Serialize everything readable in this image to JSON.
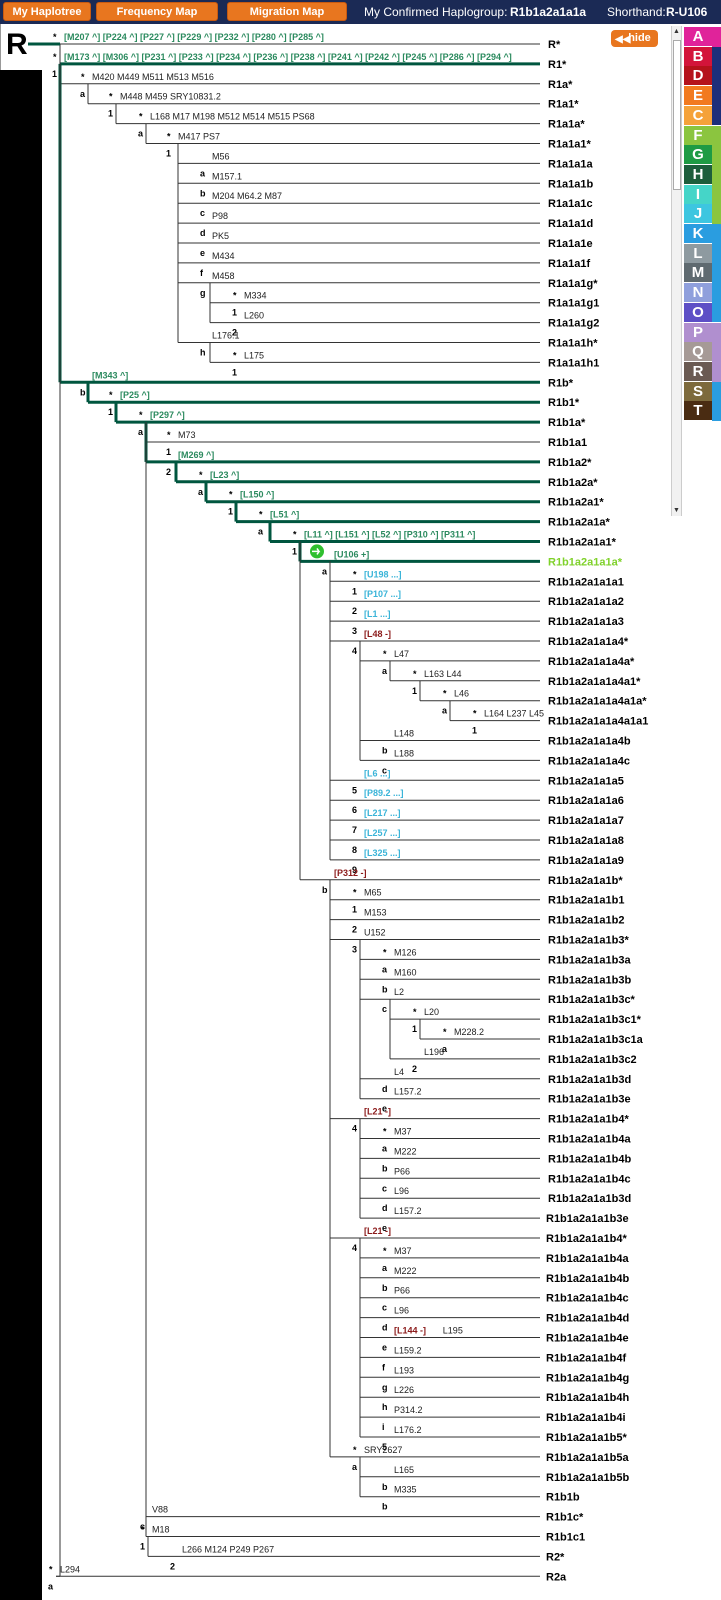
{
  "nav": {
    "my_haplotree": "My Haplotree",
    "frequency_map": "Frequency Map",
    "migration_map": "Migration Map",
    "confirmed_label": "My Confirmed Haplogroup:",
    "confirmed_value": "R1b1a2a1a1a",
    "shorthand_label": "Shorthand:",
    "shorthand_value": "R-U106"
  },
  "root_label": "R",
  "hide_label": "hide",
  "colors": {
    "tree_line": "#00563f",
    "snp_positive": "#2b8a5e",
    "snp_pending": "#3ab4d8",
    "snp_negative": "#8b1a1a",
    "current_haplogroup": "#7fd12a",
    "nav_button": "#e8761f",
    "nav_bar": "#1b2a55"
  },
  "letters": [
    {
      "letter": "A",
      "color": "#e0239a"
    },
    {
      "letter": "B",
      "color": "#d3143a"
    },
    {
      "letter": "D",
      "color": "#b5121b"
    },
    {
      "letter": "E",
      "color": "#f27a1f"
    },
    {
      "letter": "C",
      "color": "#f5a23a"
    },
    {
      "letter": "F",
      "color": "#8bc53f"
    },
    {
      "letter": "G",
      "color": "#1e9b44"
    },
    {
      "letter": "H",
      "color": "#1d5e3c"
    },
    {
      "letter": "I",
      "color": "#45d5c8"
    },
    {
      "letter": "J",
      "color": "#3dc6e0"
    },
    {
      "letter": "K",
      "color": "#2a9de0"
    },
    {
      "letter": "L",
      "color": "#8e9aa0"
    },
    {
      "letter": "M",
      "color": "#5f6a70"
    },
    {
      "letter": "N",
      "color": "#8f9fdc"
    },
    {
      "letter": "O",
      "color": "#5d4fc6"
    },
    {
      "letter": "P",
      "color": "#b08fcf"
    },
    {
      "letter": "Q",
      "color": "#a69a96"
    },
    {
      "letter": "R",
      "color": "#6a5a52"
    },
    {
      "letter": "S",
      "color": "#7d6a3c"
    },
    {
      "letter": "T",
      "color": "#4a2c12"
    }
  ],
  "rows": [
    {
      "haplogroup": "R*",
      "snps": [
        {
          "t": "[M207 ^] [P224 ^] [P227 ^] [P229 ^] [P232 ^] [P280 ^] [P285 ^]",
          "s": "pos"
        }
      ],
      "b1": "*",
      "b2": ""
    },
    {
      "haplogroup": "R1*",
      "snps": [
        {
          "t": "[M173 ^] [M306 ^] [P231 ^] [P233 ^] [P234 ^] [P236 ^] [P238 ^] [P241 ^] [P242 ^] [P245 ^] [P286 ^] [P294 ^]",
          "s": "pos"
        }
      ],
      "b1": "*",
      "b2": "1"
    },
    {
      "haplogroup": "R1a*",
      "snps": [
        {
          "t": "M420 M449 M511 M513 M516",
          "s": "norm"
        }
      ],
      "b1": "*",
      "b2": "a"
    },
    {
      "haplogroup": "R1a1*",
      "snps": [
        {
          "t": "M448 M459 SRY10831.2",
          "s": "norm"
        }
      ],
      "b1": "*",
      "b2": "1"
    },
    {
      "haplogroup": "R1a1a*",
      "snps": [
        {
          "t": "L168 M17 M198 M512 M514 M515 PS68",
          "s": "norm"
        }
      ],
      "b1": "*",
      "b2": "a"
    },
    {
      "haplogroup": "R1a1a1*",
      "snps": [
        {
          "t": "M417 PS7",
          "s": "norm"
        }
      ],
      "b1": "*",
      "b2": "1"
    },
    {
      "haplogroup": "R1a1a1a",
      "snps": [
        {
          "t": "M56",
          "s": "norm"
        }
      ],
      "b1": "",
      "b2": "a"
    },
    {
      "haplogroup": "R1a1a1b",
      "snps": [
        {
          "t": "M157.1",
          "s": "norm"
        }
      ],
      "b1": "",
      "b2": "b"
    },
    {
      "haplogroup": "R1a1a1c",
      "snps": [
        {
          "t": "M204 M64.2 M87",
          "s": "norm"
        }
      ],
      "b1": "",
      "b2": "c"
    },
    {
      "haplogroup": "R1a1a1d",
      "snps": [
        {
          "t": "P98",
          "s": "norm"
        }
      ],
      "b1": "",
      "b2": "d"
    },
    {
      "haplogroup": "R1a1a1e",
      "snps": [
        {
          "t": "PK5",
          "s": "norm"
        }
      ],
      "b1": "",
      "b2": "e"
    },
    {
      "haplogroup": "R1a1a1f",
      "snps": [
        {
          "t": "M434",
          "s": "norm"
        }
      ],
      "b1": "",
      "b2": "f"
    },
    {
      "haplogroup": "R1a1a1g*",
      "snps": [
        {
          "t": "M458",
          "s": "norm"
        }
      ],
      "b1": "",
      "b2": "g"
    },
    {
      "haplogroup": "R1a1a1g1",
      "snps": [
        {
          "t": "M334",
          "s": "norm"
        }
      ],
      "b1": "*",
      "b2": "1"
    },
    {
      "haplogroup": "R1a1a1g2",
      "snps": [
        {
          "t": "L260",
          "s": "norm"
        }
      ],
      "b1": "",
      "b2": "2"
    },
    {
      "haplogroup": "R1a1a1h*",
      "snps": [
        {
          "t": "L176.1",
          "s": "norm"
        }
      ],
      "b1": "",
      "b2": "h"
    },
    {
      "haplogroup": "R1a1a1h1",
      "snps": [
        {
          "t": "L175",
          "s": "norm"
        }
      ],
      "b1": "*",
      "b2": "1"
    },
    {
      "haplogroup": "R1b*",
      "snps": [
        {
          "t": "[M343 ^]",
          "s": "pos"
        }
      ],
      "b1": "",
      "b2": "b"
    },
    {
      "haplogroup": "R1b1*",
      "snps": [
        {
          "t": "[P25 ^]",
          "s": "pos"
        }
      ],
      "b1": "*",
      "b2": "1"
    },
    {
      "haplogroup": "R1b1a*",
      "snps": [
        {
          "t": "[P297 ^]",
          "s": "pos"
        }
      ],
      "b1": "*",
      "b2": "a"
    },
    {
      "haplogroup": "R1b1a1",
      "snps": [
        {
          "t": "M73",
          "s": "norm"
        }
      ],
      "b1": "*",
      "b2": "1"
    },
    {
      "haplogroup": "R1b1a2*",
      "snps": [
        {
          "t": "[M269 ^]",
          "s": "pos"
        }
      ],
      "b1": "",
      "b2": "2"
    },
    {
      "haplogroup": "R1b1a2a*",
      "snps": [
        {
          "t": "[L23 ^]",
          "s": "pos"
        }
      ],
      "b1": "*",
      "b2": "a"
    },
    {
      "haplogroup": "R1b1a2a1*",
      "snps": [
        {
          "t": "[L150 ^]",
          "s": "pos"
        }
      ],
      "b1": "*",
      "b2": "1"
    },
    {
      "haplogroup": "R1b1a2a1a*",
      "snps": [
        {
          "t": "[L51 ^]",
          "s": "pos"
        }
      ],
      "b1": "*",
      "b2": "a"
    },
    {
      "haplogroup": "R1b1a2a1a1*",
      "snps": [
        {
          "t": "[L11 ^] [L151 ^] [L52 ^] [P310 ^] [P311 ^]",
          "s": "pos"
        }
      ],
      "b1": "*",
      "b2": "1"
    },
    {
      "haplogroup": "R1b1a2a1a1a*",
      "snps": [
        {
          "t": "[U106 +]",
          "s": "pos"
        }
      ],
      "b1": "",
      "b2": "a"
    },
    {
      "haplogroup": "R1b1a2a1a1a1",
      "snps": [
        {
          "t": "[U198 ...]",
          "s": "pend"
        }
      ],
      "b1": "*",
      "b2": "1"
    },
    {
      "haplogroup": "R1b1a2a1a1a2",
      "snps": [
        {
          "t": "[P107 ...]",
          "s": "pend"
        }
      ],
      "b1": "",
      "b2": "2"
    },
    {
      "haplogroup": "R1b1a2a1a1a3",
      "snps": [
        {
          "t": "[L1 ...]",
          "s": "pend"
        }
      ],
      "b1": "",
      "b2": "3"
    },
    {
      "haplogroup": "R1b1a2a1a1a4*",
      "snps": [
        {
          "t": "[L48 -]",
          "s": "neg"
        }
      ],
      "b1": "",
      "b2": "4"
    },
    {
      "haplogroup": "R1b1a2a1a1a4a*",
      "snps": [
        {
          "t": "L47",
          "s": "norm"
        }
      ],
      "b1": "*",
      "b2": "a"
    },
    {
      "haplogroup": "R1b1a2a1a1a4a1*",
      "snps": [
        {
          "t": "L163 L44",
          "s": "norm"
        }
      ],
      "b1": "*",
      "b2": "1"
    },
    {
      "haplogroup": "R1b1a2a1a1a4a1a*",
      "snps": [
        {
          "t": "L46",
          "s": "norm"
        }
      ],
      "b1": "*",
      "b2": "a"
    },
    {
      "haplogroup": "R1b1a2a1a1a4a1a1",
      "snps": [
        {
          "t": "L164 L237 L45",
          "s": "norm"
        }
      ],
      "b1": "*",
      "b2": "1"
    },
    {
      "haplogroup": "R1b1a2a1a1a4b",
      "snps": [
        {
          "t": "L148",
          "s": "norm"
        }
      ],
      "b1": "",
      "b2": "b"
    },
    {
      "haplogroup": "R1b1a2a1a1a4c",
      "snps": [
        {
          "t": "L188",
          "s": "norm"
        }
      ],
      "b1": "",
      "b2": "c"
    },
    {
      "haplogroup": "R1b1a2a1a1a5",
      "snps": [
        {
          "t": "[L6 ...]",
          "s": "pend"
        }
      ],
      "b1": "",
      "b2": "5"
    },
    {
      "haplogroup": "R1b1a2a1a1a6",
      "snps": [
        {
          "t": "[P89.2 ...]",
          "s": "pend"
        }
      ],
      "b1": "",
      "b2": "6"
    },
    {
      "haplogroup": "R1b1a2a1a1a7",
      "snps": [
        {
          "t": "[L217 ...]",
          "s": "pend"
        }
      ],
      "b1": "",
      "b2": "7"
    },
    {
      "haplogroup": "R1b1a2a1a1a8",
      "snps": [
        {
          "t": "[L257 ...]",
          "s": "pend"
        }
      ],
      "b1": "",
      "b2": "8"
    },
    {
      "haplogroup": "R1b1a2a1a1a9",
      "snps": [
        {
          "t": "[L325 ...]",
          "s": "pend"
        }
      ],
      "b1": "",
      "b2": "9"
    },
    {
      "haplogroup": "R1b1a2a1a1b*",
      "snps": [
        {
          "t": "[P312 -]",
          "s": "neg"
        }
      ],
      "b1": "",
      "b2": "b"
    },
    {
      "haplogroup": "R1b1a2a1a1b1",
      "snps": [
        {
          "t": "M65",
          "s": "norm"
        }
      ],
      "b1": "*",
      "b2": "1"
    },
    {
      "haplogroup": "R1b1a2a1a1b2",
      "snps": [
        {
          "t": "M153",
          "s": "norm"
        }
      ],
      "b1": "",
      "b2": "2"
    },
    {
      "haplogroup": "R1b1a2a1a1b3*",
      "snps": [
        {
          "t": "U152",
          "s": "norm"
        }
      ],
      "b1": "",
      "b2": "3"
    },
    {
      "haplogroup": "R1b1a2a1a1b3a",
      "snps": [
        {
          "t": "M126",
          "s": "norm"
        }
      ],
      "b1": "*",
      "b2": "a"
    },
    {
      "haplogroup": "R1b1a2a1a1b3b",
      "snps": [
        {
          "t": "M160",
          "s": "norm"
        }
      ],
      "b1": "",
      "b2": "b"
    },
    {
      "haplogroup": "R1b1a2a1a1b3c*",
      "snps": [
        {
          "t": "L2",
          "s": "norm"
        }
      ],
      "b1": "",
      "b2": "c"
    },
    {
      "haplogroup": "R1b1a2a1a1b3c1*",
      "snps": [
        {
          "t": "L20",
          "s": "norm"
        }
      ],
      "b1": "*",
      "b2": "1"
    },
    {
      "haplogroup": "R1b1a2a1a1b3c1a",
      "snps": [
        {
          "t": "M228.2",
          "s": "norm"
        }
      ],
      "b1": "*",
      "b2": "a"
    },
    {
      "haplogroup": "R1b1a2a1a1b3c2",
      "snps": [
        {
          "t": "L196",
          "s": "norm"
        }
      ],
      "b1": "",
      "b2": "2"
    },
    {
      "haplogroup": "R1b1a2a1a1b3d",
      "snps": [
        {
          "t": "L4",
          "s": "norm"
        }
      ],
      "b1": "",
      "b2": "d"
    },
    {
      "haplogroup": "R1b1a2a1a1b3e",
      "snps": [
        {
          "t": "L157.2",
          "s": "norm"
        }
      ],
      "b1": "",
      "b2": "e"
    },
    {
      "haplogroup": "R1b1a2a1a1b4*",
      "snps": [
        {
          "t": "[L21 -]",
          "s": "neg"
        }
      ],
      "b1": "",
      "b2": "4"
    },
    {
      "haplogroup": "R1b1a2a1a1b4a",
      "snps": [
        {
          "t": "M37",
          "s": "norm"
        }
      ],
      "b1": "*",
      "b2": "a"
    },
    {
      "haplogroup": "R1b1a2a1a1b4b",
      "snps": [
        {
          "t": "M222",
          "s": "norm"
        }
      ],
      "b1": "",
      "b2": "b"
    },
    {
      "haplogroup": "R1b1a2a1a1b4c",
      "snps": [
        {
          "t": "P66",
          "s": "norm"
        }
      ],
      "b1": "",
      "b2": "c"
    },
    {
      "haplogroup": "R1b1a2a1a1b3d",
      "snps": [
        {
          "t": "L96",
          "s": "norm"
        }
      ],
      "b1": "",
      "b2": "d"
    },
    {
      "haplogroup": "R1b1a2a1a1b3e",
      "snps": [
        {
          "t": "L157.2",
          "s": "norm"
        }
      ],
      "b1": "",
      "b2": "e"
    },
    {
      "haplogroup": "R1b1a2a1a1b4*",
      "snps": [
        {
          "t": "[L21 -]",
          "s": "neg"
        }
      ],
      "b1": "",
      "b2": "4"
    },
    {
      "haplogroup": "R1b1a2a1a1b4a",
      "snps": [
        {
          "t": "M37",
          "s": "norm"
        }
      ],
      "b1": "*",
      "b2": "a"
    },
    {
      "haplogroup": "R1b1a2a1a1b4b",
      "snps": [
        {
          "t": "M222",
          "s": "norm"
        }
      ],
      "b1": "",
      "b2": "b"
    },
    {
      "haplogroup": "R1b1a2a1a1b4c",
      "snps": [
        {
          "t": "P66",
          "s": "norm"
        }
      ],
      "b1": "",
      "b2": "c"
    },
    {
      "haplogroup": "R1b1a2a1a1b4d",
      "snps": [
        {
          "t": "L96",
          "s": "norm"
        }
      ],
      "b1": "",
      "b2": "d"
    },
    {
      "haplogroup": "R1b1a2a1a1b4e",
      "snps": [
        {
          "t": "[L144 -]",
          "s": "neg"
        },
        {
          "t": "L195",
          "s": "norm"
        }
      ],
      "b1": "",
      "b2": "e"
    },
    {
      "haplogroup": "R1b1a2a1a1b4f",
      "snps": [
        {
          "t": "L159.2",
          "s": "norm"
        }
      ],
      "b1": "",
      "b2": "f"
    },
    {
      "haplogroup": "R1b1a2a1a1b4g",
      "snps": [
        {
          "t": "L193",
          "s": "norm"
        }
      ],
      "b1": "",
      "b2": "g"
    },
    {
      "haplogroup": "R1b1a2a1a1b4h",
      "snps": [
        {
          "t": "L226",
          "s": "norm"
        }
      ],
      "b1": "",
      "b2": "h"
    },
    {
      "haplogroup": "R1b1a2a1a1b4i",
      "snps": [
        {
          "t": "P314.2",
          "s": "norm"
        }
      ],
      "b1": "",
      "b2": "i"
    },
    {
      "haplogroup": "R1b1a2a1a1b5*",
      "snps": [
        {
          "t": "L176.2",
          "s": "norm"
        }
      ],
      "b1": "",
      "b2": "5"
    },
    {
      "haplogroup": "R1b1a2a1a1b5a",
      "snps": [
        {
          "t": "SRY2627",
          "s": "norm"
        }
      ],
      "b1": "*",
      "b2": "a"
    },
    {
      "haplogroup": "R1b1a2a1a1b5b",
      "snps": [
        {
          "t": "L165",
          "s": "norm"
        }
      ],
      "b1": "",
      "b2": "b"
    },
    {
      "haplogroup": "R1b1b",
      "snps": [
        {
          "t": "M335",
          "s": "norm"
        }
      ],
      "b1": "",
      "b2": "b"
    },
    {
      "haplogroup": "R1b1c*",
      "snps": [
        {
          "t": "V88",
          "s": "norm"
        }
      ],
      "b1": "",
      "b2": "c"
    },
    {
      "haplogroup": "R1b1c1",
      "snps": [
        {
          "t": "M18",
          "s": "norm"
        }
      ],
      "b1": "*",
      "b2": "1"
    },
    {
      "haplogroup": "R2*",
      "snps": [
        {
          "t": "L266 M124 P249 P267",
          "s": "norm"
        }
      ],
      "b1": "",
      "b2": "2"
    },
    {
      "haplogroup": "R2a",
      "snps": [
        {
          "t": "L294",
          "s": "norm"
        }
      ],
      "b1": "*",
      "b2": "a"
    }
  ]
}
